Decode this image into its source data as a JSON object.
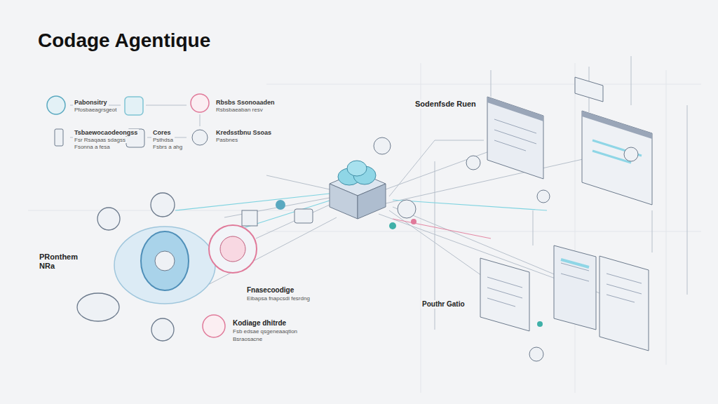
{
  "diagram": {
    "title": "Codage Agentique",
    "labels": [
      "Pabonsitry",
      "Pfosbaeagrsgeot",
      "Rbsbs Ssonoaaden",
      "Rsbsbaeaban resv",
      "Tsbaewocaodeongss",
      "Fsr Rsaqaas sdagss",
      "Fsonna a fesa",
      "Cores",
      "Psthdsa",
      "Fsbrs a ahg",
      "Kredsstbnu Ssoas",
      "Pasbnes",
      "Sodenfsde Ruen",
      "PRonthem",
      "NRa",
      "Fnasecoodige",
      "Eibapsa fnapcsdi fesrdng",
      "Kodiage dhitrde",
      "Fsb edsae qsgeneaaqtion",
      "Bsraosacne",
      "Pouthr Gatio"
    ]
  }
}
